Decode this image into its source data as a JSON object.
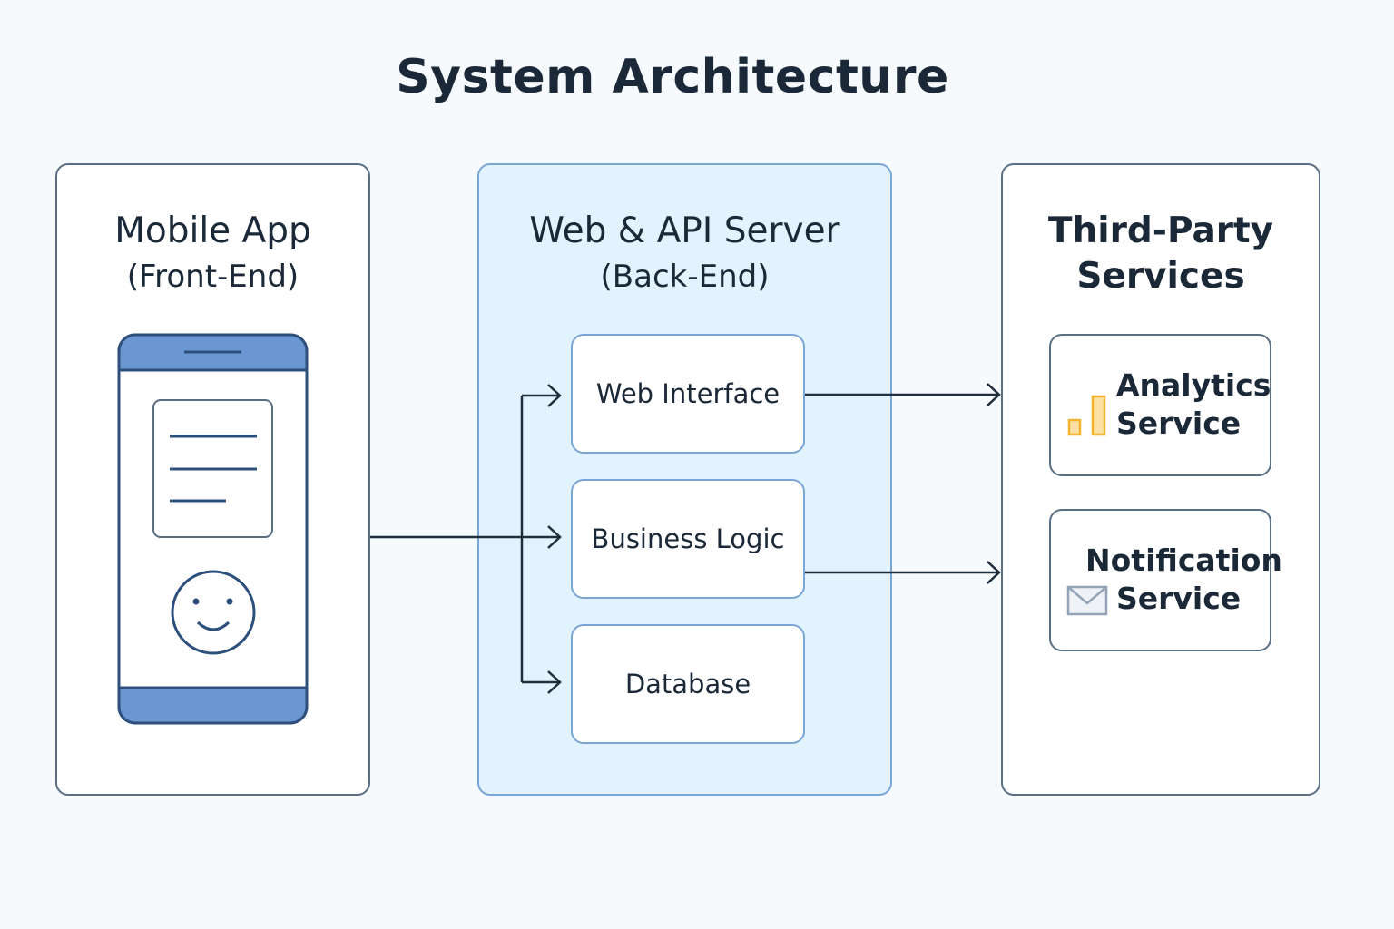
{
  "title": "System Architecture",
  "panels": {
    "mobile": {
      "title": "Mobile App",
      "subtitle": "(Front-End)"
    },
    "server": {
      "title": "Web & API Server",
      "subtitle": "(Back-End)"
    },
    "third_party": {
      "title_line1": "Third-Party",
      "title_line2": "Services"
    }
  },
  "server_components": [
    {
      "label": "Web Interface"
    },
    {
      "label": "Business Logic"
    },
    {
      "label": "Database"
    }
  ],
  "services": [
    {
      "line1": "Analytics",
      "line2": "Service",
      "icon": "bar-chart-icon"
    },
    {
      "line1": "Notification",
      "line2": "Service",
      "icon": "envelope-icon"
    }
  ],
  "colors": {
    "accent_blue": "#6a96d1",
    "server_bg": "#e3f3fd",
    "analytics_icon": "#f1b42f",
    "envelope_icon": "#93a3b5"
  }
}
